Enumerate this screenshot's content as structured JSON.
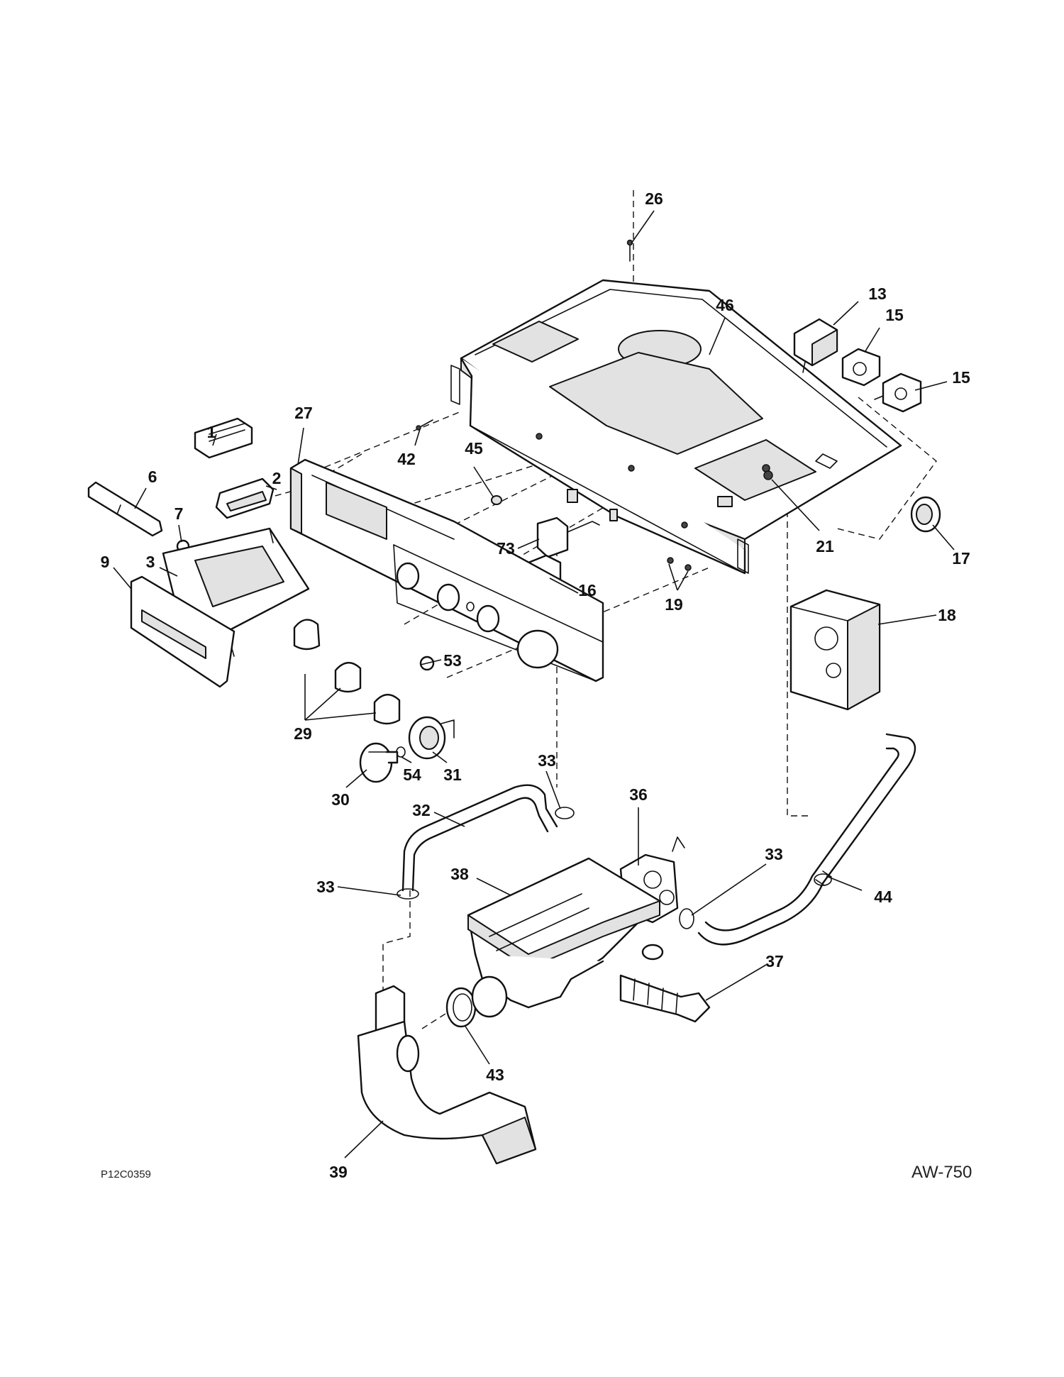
{
  "diagram": {
    "labels": {
      "p1": "1",
      "p2": "2",
      "p3": "3",
      "p6": "6",
      "p7": "7",
      "p9": "9",
      "p13": "13",
      "p15a": "15",
      "p15b": "15",
      "p16": "16",
      "p17": "17",
      "p18": "18",
      "p19": "19",
      "p21": "21",
      "p26": "26",
      "p27": "27",
      "p29": "29",
      "p30": "30",
      "p31": "31",
      "p32": "32",
      "p33a": "33",
      "p33b": "33",
      "p33c": "33",
      "p36": "36",
      "p37": "37",
      "p38": "38",
      "p39": "39",
      "p42": "42",
      "p43": "43",
      "p44": "44",
      "p45": "45",
      "p46": "46",
      "p53": "53",
      "p54": "54",
      "p73": "73"
    },
    "footer": {
      "figure_code": "P12C0359",
      "model": "AW-750"
    }
  }
}
